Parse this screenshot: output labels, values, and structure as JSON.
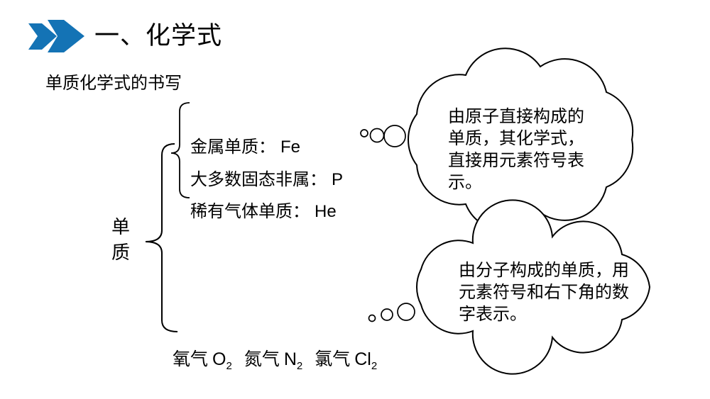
{
  "colors": {
    "accent_blue": "#1473b5",
    "ink": "#000000"
  },
  "title": {
    "text": "一、化学式",
    "icon": "double-chevron-right"
  },
  "subtitle": "单质化学式的书写",
  "diagram": {
    "root_label": "单\n质",
    "branch_items": [
      {
        "label": "金属单质：",
        "value": "Fe"
      },
      {
        "label": "大多数固态非属：",
        "value": "P"
      },
      {
        "label": "稀有气体单质：",
        "value": "He"
      }
    ],
    "gases": [
      {
        "name": "氧气",
        "symbol": "O",
        "subscript": "2"
      },
      {
        "name": "氮气",
        "symbol": "N",
        "subscript": "2"
      },
      {
        "name": "氯气",
        "symbol": "Cl",
        "subscript": "2"
      }
    ]
  },
  "thought_bubbles": [
    {
      "text": "由原子直接构成的\n单质，其化学式，\n直接用元素符号表\n示。"
    },
    {
      "text": "由分子构成的单质，用\n元素符号和右下角的数\n字表示。"
    }
  ]
}
